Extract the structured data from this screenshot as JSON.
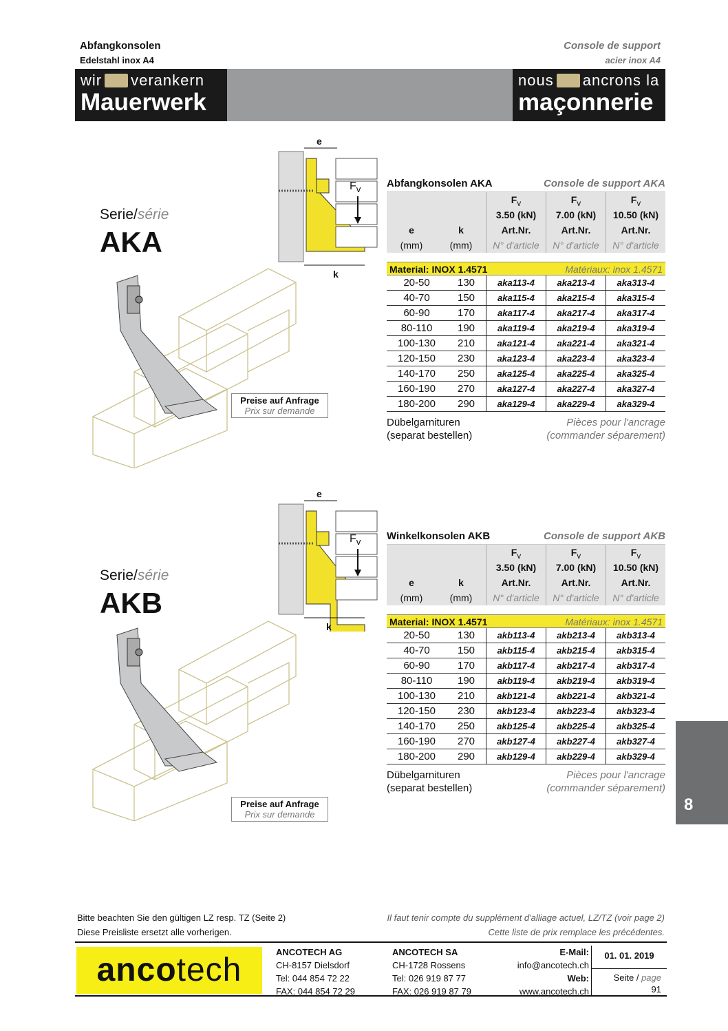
{
  "header": {
    "title_de": "Abfangkonsolen",
    "subtitle_de": "Edelstahl inox A4",
    "title_fr": "Console de support",
    "subtitle_fr": "acier inox A4",
    "slogan_de_small_1": "wir",
    "slogan_de_small_2": "verankern",
    "slogan_de_big": "Mauerwerk",
    "slogan_fr_small_1": "nous",
    "slogan_fr_small_2": "ancrons la",
    "slogan_fr_big": "maçonnerie"
  },
  "sections": [
    {
      "serie_label": "Serie/",
      "serie_label_fr": "série",
      "serie_name": "AKA",
      "dim_e": "e",
      "dim_k": "k",
      "force": "F",
      "force_sub": "v",
      "price_de": "Preise auf Anfrage",
      "price_fr": "Prix sur demande",
      "title_de": "Abfangkonsolen AKA",
      "title_fr": "Console de support AKA",
      "col_e": "e",
      "col_k": "k",
      "unit": "(mm)",
      "fv": "F",
      "fv_sub": "v",
      "loads": [
        "3.50 (kN)",
        "7.00 (kN)",
        "10.50 (kN)"
      ],
      "artnr": "Art.Nr.",
      "artnr_fr": "N° d'article",
      "material_de": "Material: INOX 1.4571",
      "material_fr": "Matériaux: inox 1.4571",
      "rows": [
        [
          "20-50",
          "130",
          "aka113-4",
          "aka213-4",
          "aka313-4"
        ],
        [
          "40-70",
          "150",
          "aka115-4",
          "aka215-4",
          "aka315-4"
        ],
        [
          "60-90",
          "170",
          "aka117-4",
          "aka217-4",
          "aka317-4"
        ],
        [
          "80-110",
          "190",
          "aka119-4",
          "aka219-4",
          "aka319-4"
        ],
        [
          "100-130",
          "210",
          "aka121-4",
          "aka221-4",
          "aka321-4"
        ],
        [
          "120-150",
          "230",
          "aka123-4",
          "aka223-4",
          "aka323-4"
        ],
        [
          "140-170",
          "250",
          "aka125-4",
          "aka225-4",
          "aka325-4"
        ],
        [
          "160-190",
          "270",
          "aka127-4",
          "aka227-4",
          "aka327-4"
        ],
        [
          "180-200",
          "290",
          "aka129-4",
          "aka229-4",
          "aka329-4"
        ]
      ],
      "dowel_de_1": "Dübelgarnituren",
      "dowel_de_2": "(separat bestellen)",
      "dowel_fr_1": "Pièces pour l'ancrage",
      "dowel_fr_2": "(commander séparement)"
    },
    {
      "serie_label": "Serie/",
      "serie_label_fr": "série",
      "serie_name": "AKB",
      "dim_e": "e",
      "dim_k": "k",
      "force": "F",
      "force_sub": "v",
      "price_de": "Preise auf Anfrage",
      "price_fr": "Prix sur demande",
      "title_de": "Winkelkonsolen AKB",
      "title_fr": "Console de support AKB",
      "col_e": "e",
      "col_k": "k",
      "unit": "(mm)",
      "fv": "F",
      "fv_sub": "v",
      "loads": [
        "3.50 (kN)",
        "7.00 (kN)",
        "10.50 (kN)"
      ],
      "artnr": "Art.Nr.",
      "artnr_fr": "N° d'article",
      "material_de": "Material: INOX 1.4571",
      "material_fr": "Matériaux: inox 1.4571",
      "rows": [
        [
          "20-50",
          "130",
          "akb113-4",
          "akb213-4",
          "akb313-4"
        ],
        [
          "40-70",
          "150",
          "akb115-4",
          "akb215-4",
          "akb315-4"
        ],
        [
          "60-90",
          "170",
          "akb117-4",
          "akb217-4",
          "akb317-4"
        ],
        [
          "80-110",
          "190",
          "akb119-4",
          "akb219-4",
          "akb319-4"
        ],
        [
          "100-130",
          "210",
          "akb121-4",
          "akb221-4",
          "akb321-4"
        ],
        [
          "120-150",
          "230",
          "akb123-4",
          "akb223-4",
          "akb323-4"
        ],
        [
          "140-170",
          "250",
          "akb125-4",
          "akb225-4",
          "akb325-4"
        ],
        [
          "160-190",
          "270",
          "akb127-4",
          "akb227-4",
          "akb327-4"
        ],
        [
          "180-200",
          "290",
          "akb129-4",
          "akb229-4",
          "akb329-4"
        ]
      ],
      "dowel_de_1": "Dübelgarnituren",
      "dowel_de_2": "(separat bestellen)",
      "dowel_fr_1": "Pièces pour l'ancrage",
      "dowel_fr_2": "(commander séparement)"
    }
  ],
  "notes": {
    "de_1": "Bitte beachten Sie den gültigen LZ resp. TZ (Seite 2)",
    "de_2": "Diese Preisliste ersetzt alle vorherigen.",
    "fr_1": "Il faut tenir compte du supplément d'alliage actuel, LZ/TZ (voir page 2)",
    "fr_2": "Cette liste de prix remplace les précédentes."
  },
  "footer": {
    "logo_a": "anco",
    "logo_b": "tech",
    "ag": {
      "name": "ANCOTECH AG",
      "city": "CH-8157  Dielsdorf",
      "tel": "Tel:   044 854 72 22",
      "fax": "FAX: 044 854 72 29"
    },
    "sa": {
      "name": "ANCOTECH SA",
      "city": "CH-1728 Rossens",
      "tel": "Tel:   026 919 87 77",
      "fax": "FAX: 026 919 87 79"
    },
    "email_label": "E-Mail:",
    "email": "info@ancotech.ch",
    "web_label": "Web:",
    "web": "www.ancotech.ch",
    "date": "01. 01. 2019",
    "page_label_de": "Seite /",
    "page_label_fr": "page",
    "page": "91"
  },
  "side_tab": "8",
  "colors": {
    "yellow": "#f5e82a",
    "gray": "#9a9b9d",
    "dark": "#1a1a1a"
  }
}
